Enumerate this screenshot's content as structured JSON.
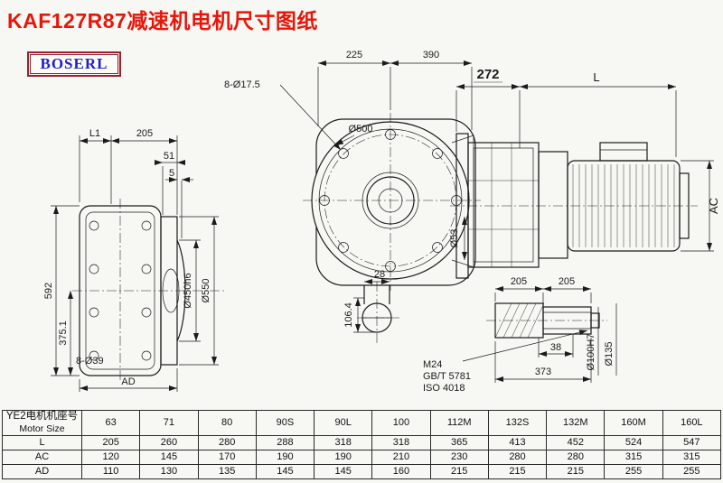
{
  "page": {
    "title": "KAF127R87减速机电机尺寸图纸",
    "logo_text": "BOSERL",
    "colors": {
      "title_red": "#e8150a",
      "logo_blue": "#2020cc",
      "logo_border": "#96222e",
      "line": "#1b1b1b"
    }
  },
  "views": {
    "front": {
      "l1": "L1",
      "d205": "205",
      "d51": "51",
      "d5": "5",
      "d592": "592",
      "d375": "375.1",
      "holes": "8-Ø39",
      "ad": "AD",
      "d450": "Ø450h6",
      "d550": "Ø550"
    },
    "flange": {
      "holes": "8-Ø17.5",
      "d500": "Ø500",
      "d225": "225",
      "d390": "390",
      "d53": "Ø53",
      "d28": "28",
      "d106": "106.4"
    },
    "side": {
      "d272": "272",
      "l": "L",
      "ac": "AC"
    },
    "shaft": {
      "d205a": "205",
      "d205b": "205",
      "d38": "38",
      "d373": "373",
      "m24": "M24",
      "std_gb": "GB/T 5781",
      "std_iso": "ISO 4018",
      "d100": "Ø100H7",
      "d135": "Ø135"
    }
  },
  "table": {
    "header_label_cn": "YE2电机机座号",
    "header_label_en": "Motor Size",
    "motor_sizes": [
      "63",
      "71",
      "80",
      "90S",
      "90L",
      "100",
      "112M",
      "132S",
      "132M",
      "160M",
      "160L"
    ],
    "rows": [
      {
        "label": "L",
        "values": [
          "205",
          "260",
          "280",
          "288",
          "318",
          "318",
          "365",
          "413",
          "452",
          "524",
          "547"
        ]
      },
      {
        "label": "AC",
        "values": [
          "120",
          "145",
          "170",
          "190",
          "190",
          "210",
          "230",
          "280",
          "280",
          "315",
          "315"
        ]
      },
      {
        "label": "AD",
        "values": [
          "110",
          "130",
          "135",
          "145",
          "145",
          "160",
          "215",
          "215",
          "215",
          "255",
          "255"
        ]
      }
    ]
  }
}
